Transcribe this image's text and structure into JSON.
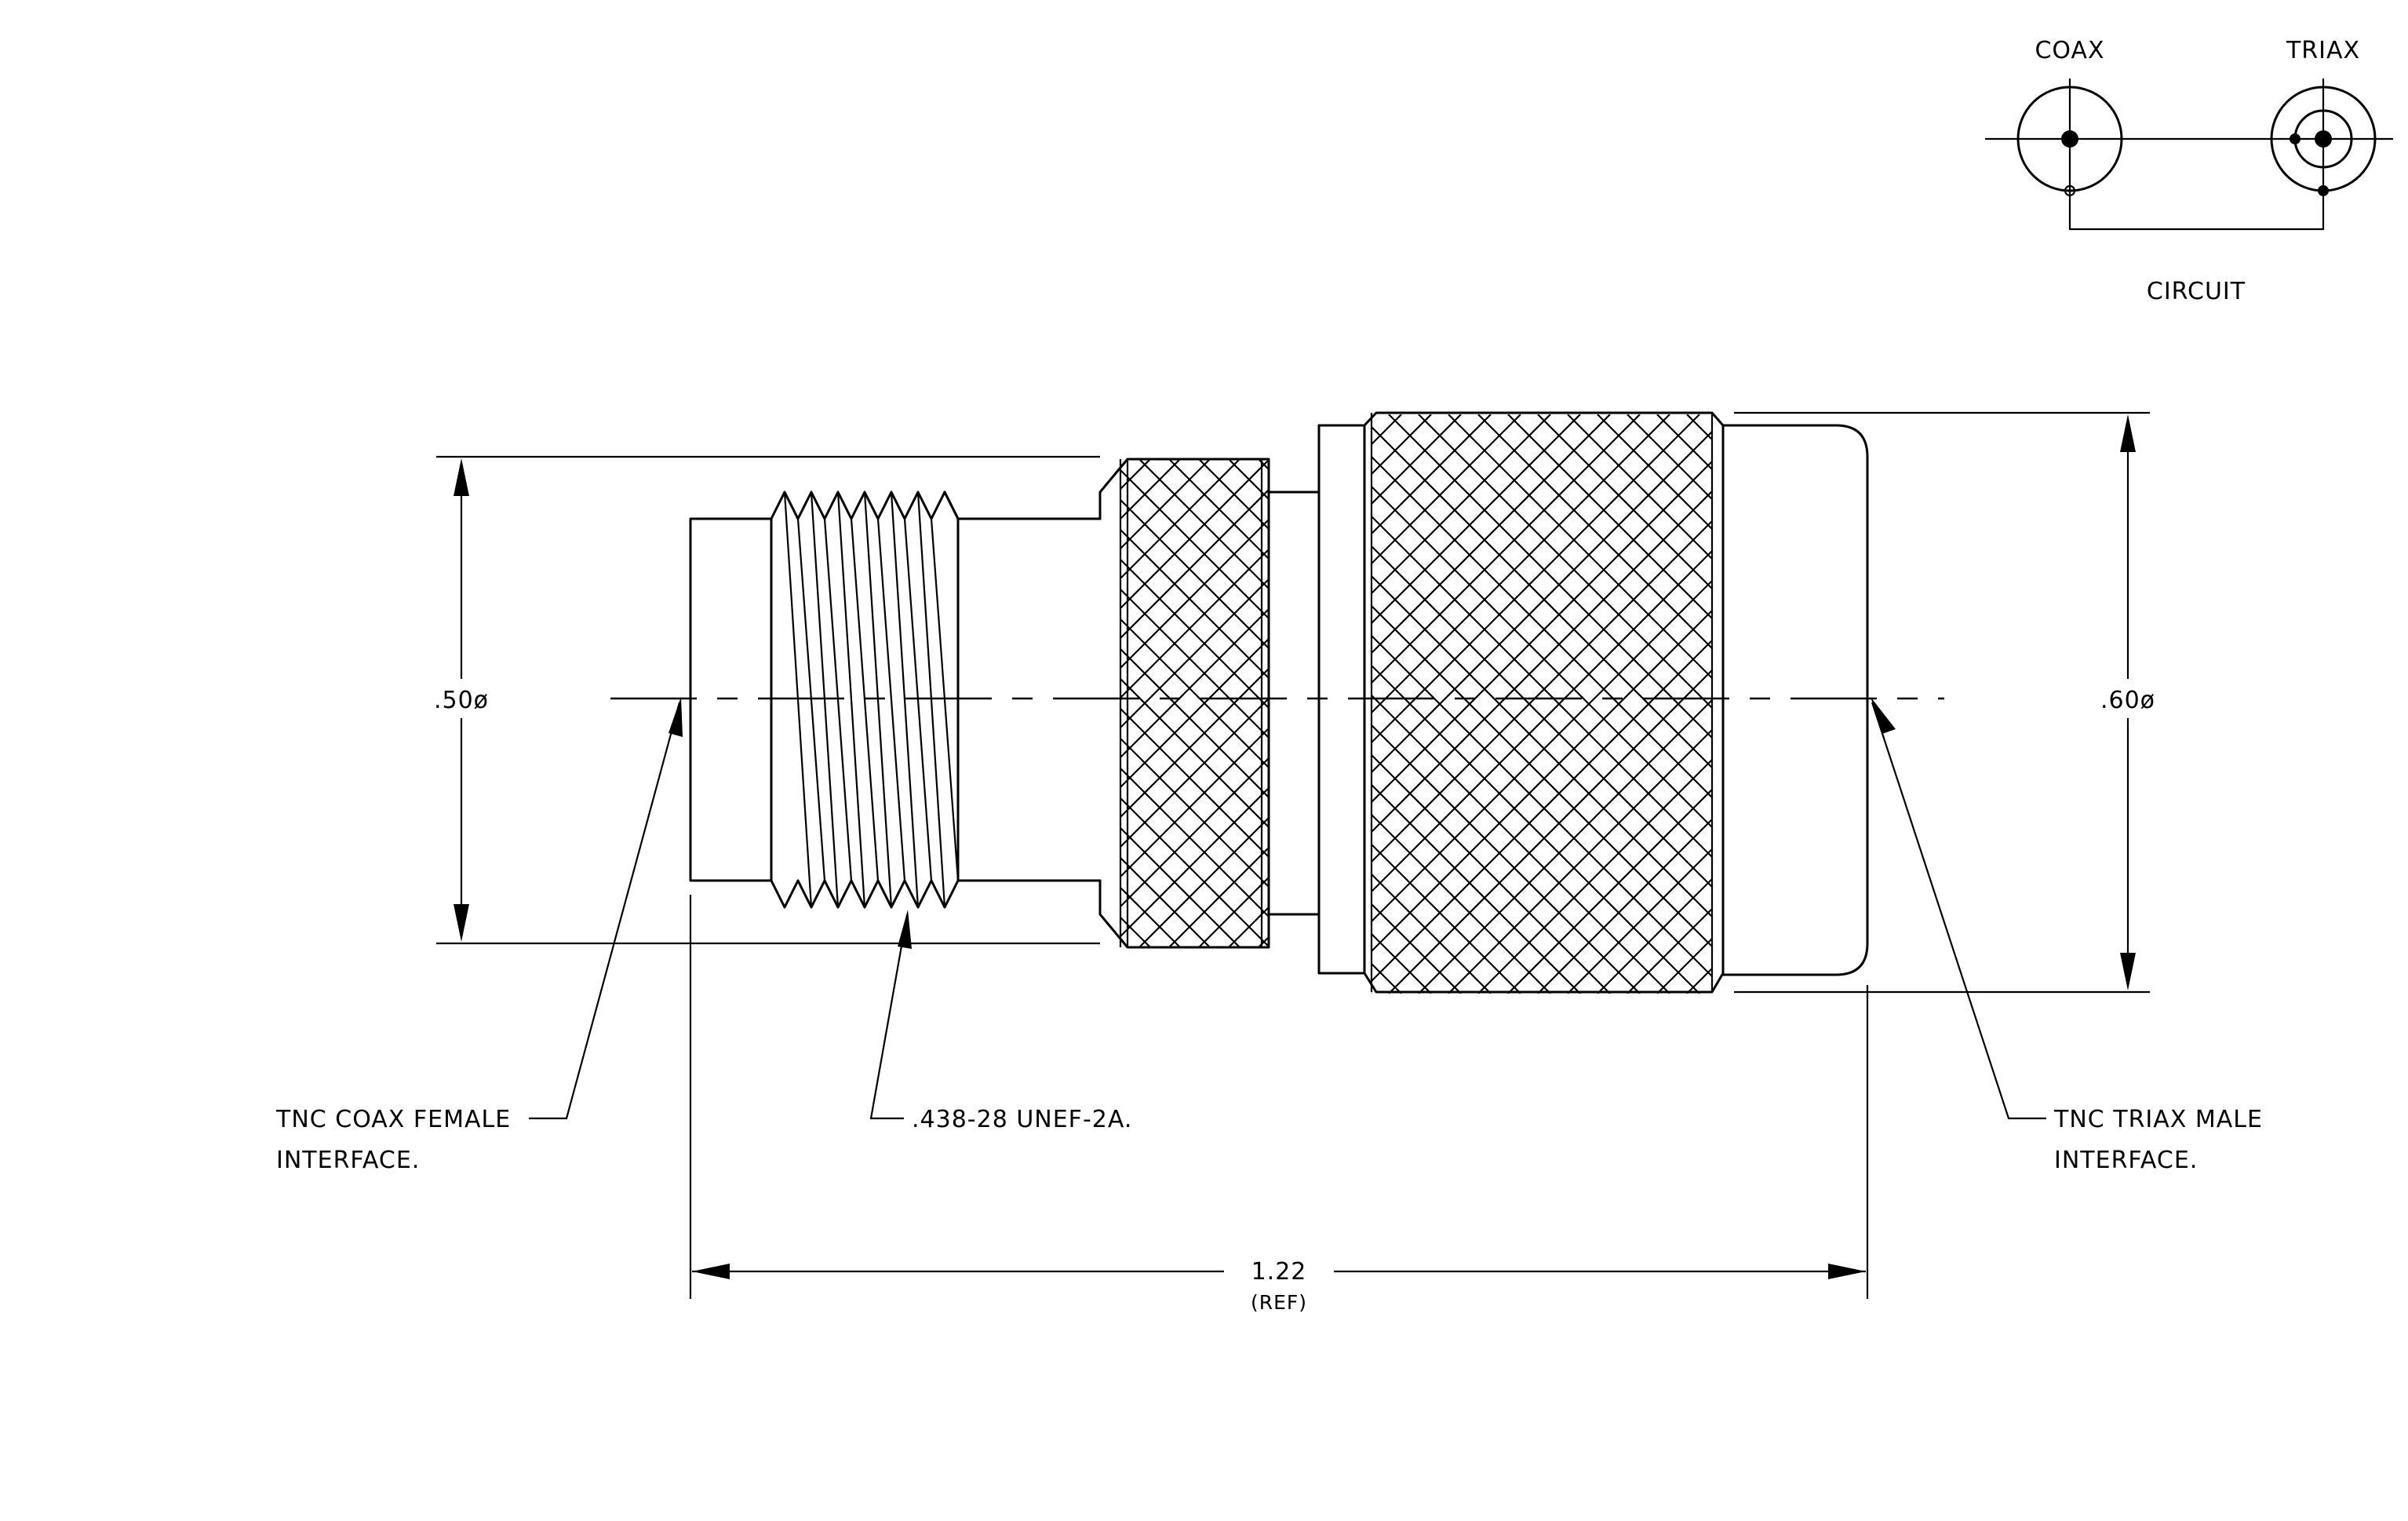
{
  "circuit": {
    "coax_label": "COAX",
    "triax_label": "TRIAX",
    "title": "CIRCUIT"
  },
  "dimensions": {
    "left_diameter": ".50ø",
    "right_diameter": ".60ø",
    "overall_length": "1.22",
    "overall_length_note": "(REF)"
  },
  "callouts": {
    "left_interface_line1": "TNC COAX FEMALE",
    "left_interface_line2": "INTERFACE.",
    "thread_spec": ".438-28 UNEF-2A.",
    "right_interface_line1": "TNC TRIAX MALE",
    "right_interface_line2": "INTERFACE."
  }
}
